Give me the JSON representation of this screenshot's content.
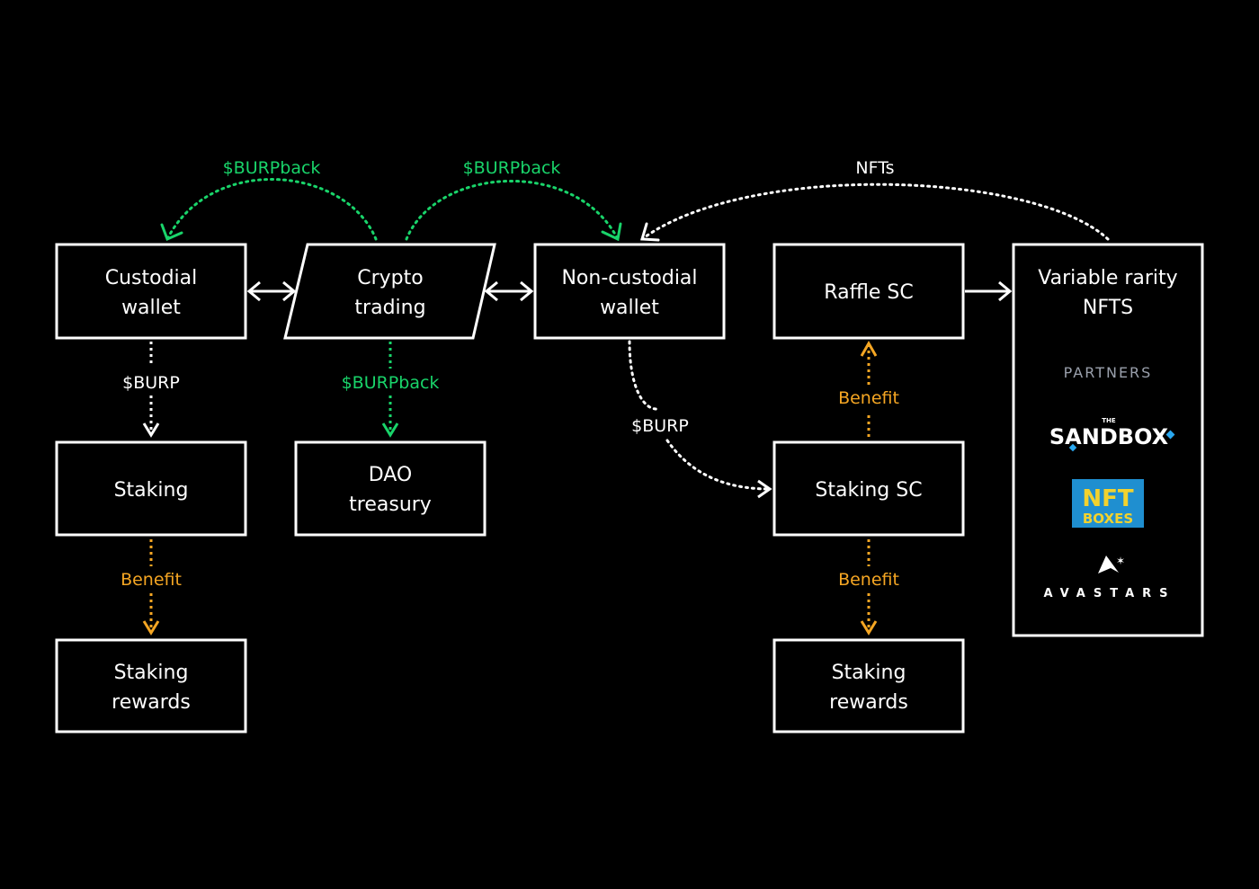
{
  "colors": {
    "background": "#000000",
    "stroke": "#ffffff",
    "green": "#19d46a",
    "orange": "#f5a623",
    "partners": "#9aa0ac",
    "nftboxes_bg": "#1f8fd0",
    "nftboxes_fg": "#f2d22e"
  },
  "nodes": {
    "custodial_wallet": [
      "Custodial",
      "wallet"
    ],
    "crypto_trading": [
      "Crypto",
      "trading"
    ],
    "non_custodial_wallet": [
      "Non-custodial",
      "wallet"
    ],
    "raffle_sc": [
      "Raffle SC"
    ],
    "variable_rarity_nfts": [
      "Variable rarity",
      "NFTS"
    ],
    "staking_left": [
      "Staking"
    ],
    "dao_treasury": [
      "DAO",
      "treasury"
    ],
    "staking_sc": [
      "Staking SC"
    ],
    "staking_rewards_left": [
      "Staking",
      "rewards"
    ],
    "staking_rewards_right": [
      "Staking",
      "rewards"
    ]
  },
  "edge_labels": {
    "burpback_left": "$BURPback",
    "burpback_right": "$BURPback",
    "nfts": "NFTs",
    "burp_left": "$BURP",
    "burpback_down": "$BURPback",
    "burp_curve": "$BURP",
    "benefit_left": "Benefit",
    "benefit_raffle": "Benefit",
    "benefit_right": "Benefit"
  },
  "partners": {
    "heading": "PARTNERS",
    "sandbox_small": "THE",
    "sandbox": "SANDBOX",
    "nftboxes_top": "NFT",
    "nftboxes_bottom": "BOXES",
    "avastars": "AVASTARS"
  }
}
